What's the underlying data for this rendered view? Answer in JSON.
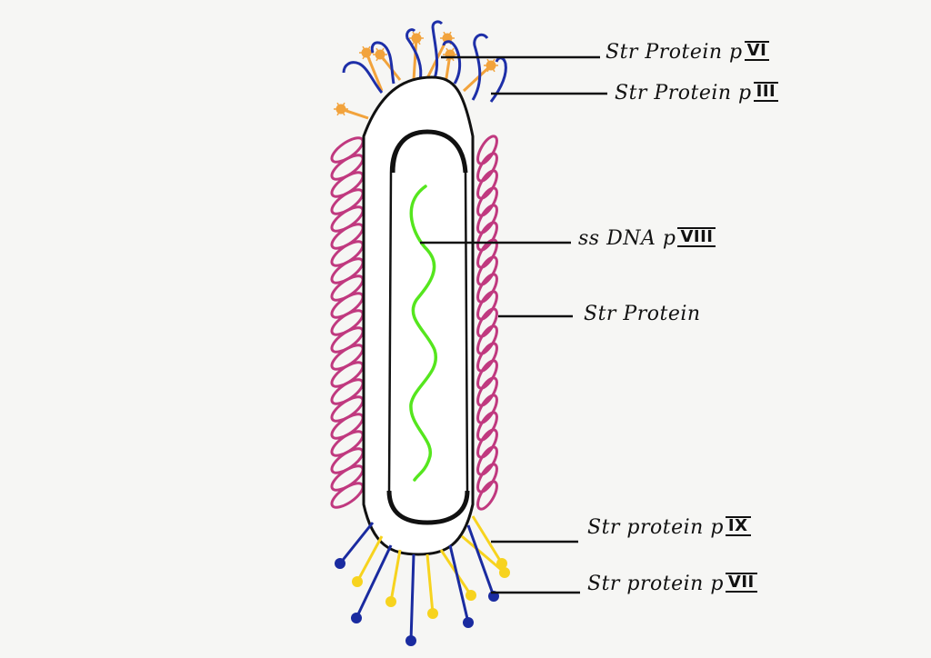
{
  "labels": {
    "pvi": {
      "prefix": "Str Protein p",
      "num": "VI"
    },
    "piii": {
      "prefix": "Str Protein p",
      "num": "III"
    },
    "ssdna": {
      "prefix": "ss DNA  p",
      "num": "VIII"
    },
    "str": {
      "prefix": "Str Protein",
      "num": ""
    },
    "pix": {
      "prefix": "Str protein  p",
      "num": "IX"
    },
    "pvii": {
      "prefix": "Str protein p",
      "num": "VII"
    }
  },
  "colors": {
    "capsid_outline": "#111111",
    "coat_protein": "#c0397f",
    "dna": "#55e61e",
    "pvi_orange": "#f2a33c",
    "piii_blue": "#1e2fa8",
    "pix_yellow": "#f7d31e",
    "pvii_navy": "#1a2ba0",
    "leader_line": "#111111"
  }
}
